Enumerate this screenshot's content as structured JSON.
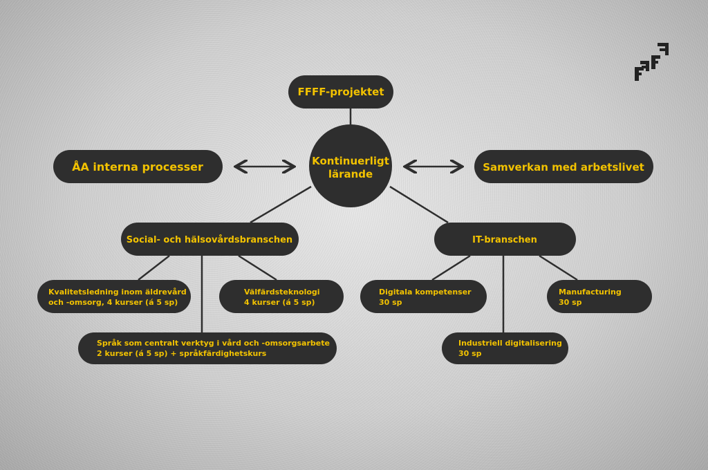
{
  "colors": {
    "box": "#2e2e2e",
    "text": "#f2c200",
    "line": "#2e2e2e"
  },
  "logo": {
    "text": "FFFF",
    "icon": "fff-logo"
  },
  "nodes": {
    "project": "FFFF-projektet",
    "center": [
      "Kontinuerligt",
      "lärande"
    ],
    "internal": "ÅA interna processer",
    "work": "Samverkan med arbetslivet",
    "social": "Social- och hälsovårdsbranschen",
    "it": "IT-branschen",
    "quality": [
      "Kvalitetsledning inom äldrevård",
      "och -omsorg, 4 kurser (á 5 sp)"
    ],
    "welfare": [
      "Välfärdsteknologi",
      "4 kurser (á 5 sp)"
    ],
    "language": [
      "Språk som centralt verktyg i vård och -omsorgsarbete",
      "2 kurser (á 5 sp) + språkfärdighetskurs"
    ],
    "digital": [
      "Digitala kompetenser",
      "30 sp"
    ],
    "manufacturing": [
      "Manufacturing",
      "30 sp"
    ],
    "industrial": [
      "Industriell digitalisering",
      "30 sp"
    ]
  }
}
